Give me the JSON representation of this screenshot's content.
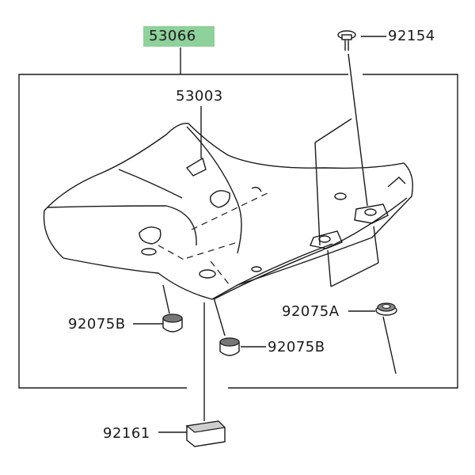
{
  "diagram": {
    "assembly_part": "53066",
    "parts": {
      "seat": "53003",
      "bolt": "92154",
      "damper_a": "92075A",
      "damper_b_left": "92075B",
      "damper_b_right": "92075B",
      "pad": "92161"
    }
  }
}
